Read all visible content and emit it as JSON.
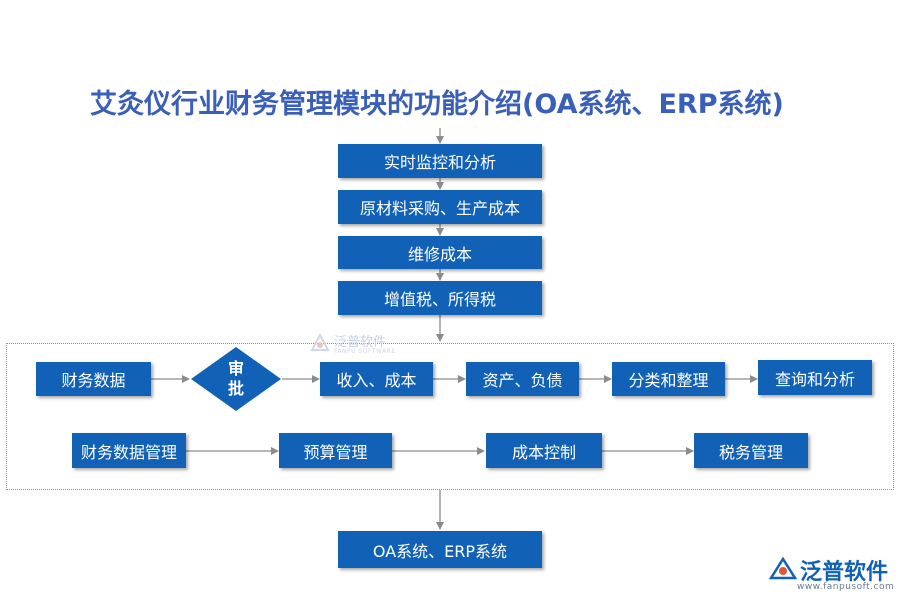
{
  "title": "艾灸仪行业财务管理模块的功能介绍(OA系统、ERP系统)",
  "colors": {
    "node_fill": "#1162b6",
    "title": "#3a5fb8",
    "arrow": "#8c8c8c"
  },
  "chain": {
    "top": [
      "实时监控和分析",
      "原材料采购、生产成本",
      "维修成本",
      "增值税、所得税"
    ],
    "bottom": "OA系统、ERP系统"
  },
  "row1": {
    "start": "财务数据",
    "decision": {
      "line1": "审",
      "line2": "批"
    },
    "steps": [
      "收入、成本",
      "资产、负债",
      "分类和整理",
      "查询和分析"
    ]
  },
  "row2": [
    "财务数据管理",
    "预算管理",
    "成本控制",
    "税务管理"
  ],
  "watermark": {
    "text": "泛普软件",
    "sub": "FANPU SOFTWARE",
    "icon": "fanpu-logo-icon"
  },
  "logo": {
    "text": "泛普软件",
    "url": "www.fanpusoft.com",
    "icon": "fanpu-logo-icon"
  }
}
